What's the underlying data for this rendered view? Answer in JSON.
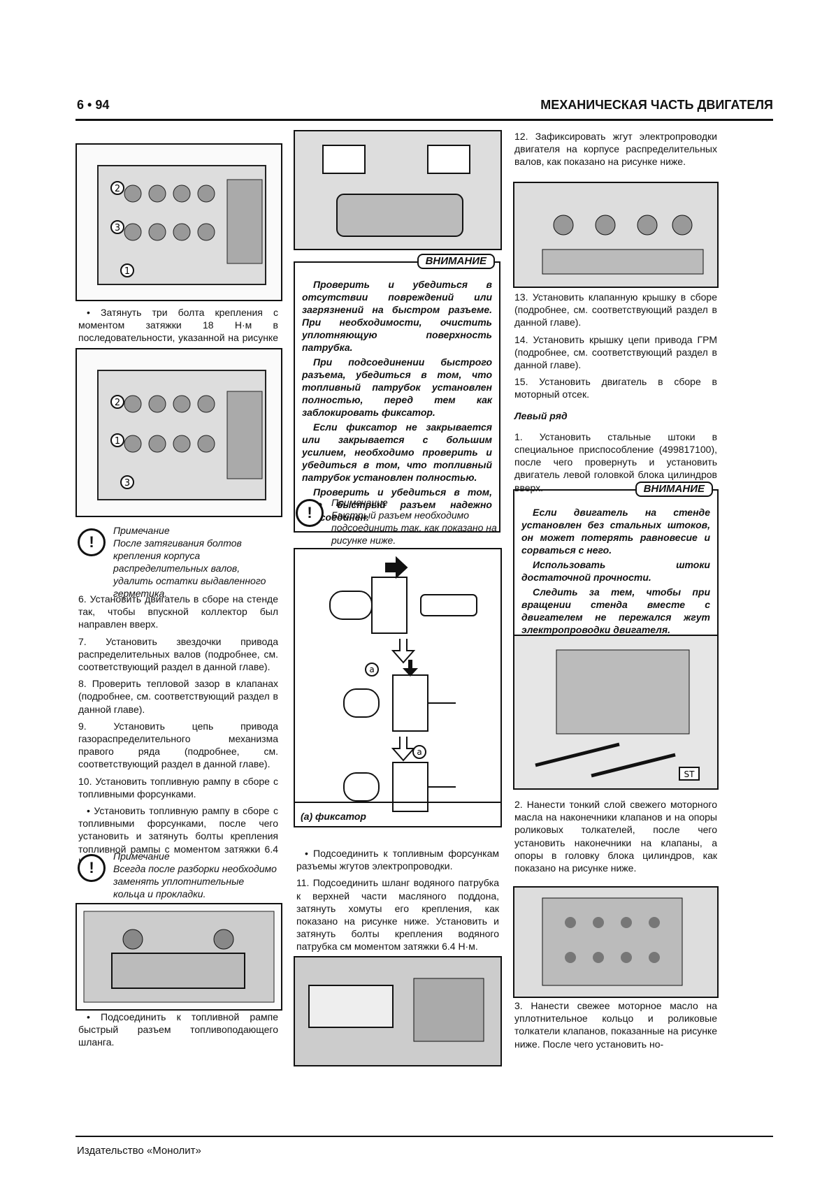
{
  "header": {
    "page_number": "6 • 94",
    "section_title": "МЕХАНИЧЕСКАЯ ЧАСТЬ ДВИГАТЕЛЯ"
  },
  "footer": {
    "publisher": "Издательство «Монолит»"
  },
  "col1": {
    "bullet1": "• Затянуть три болта крепления с моментом затяжки 18 Н·м в последовательности, указанной на рисунке ниже.",
    "note1_title": "Примечание",
    "note1_text": "После затягивания болтов крепления корпуса распределительных валов, удалить остатки выдавленного герметика.",
    "step6": "6. Установить двигатель в сборе на стенде так, чтобы впускной коллектор был направлен вверх.",
    "step7": "7. Установить звездочки привода распределительных валов (подробнее, см. соответствующий раздел в данной главе).",
    "step8": "8. Проверить тепловой зазор в клапанах (подробнее, см. соответствующий раздел в данной главе).",
    "step9": "9. Установить цепь привода газораспределительного механизма правого ряда (подробнее, см. соответствующий раздел в данной главе).",
    "step10": "10. Установить топливную рампу в сборе с топливными форсунками.",
    "bullet2": "• Установить топливную рампу в сборе с топливными форсунками, после чего установить и затянуть болты крепления топливной рампы с моментом затяжки 6.4 Н·м.",
    "note2_title": "Примечание",
    "note2_text": "Всегда после разборки необходимо заменять уплотнительные кольца и прокладки.",
    "bullet3": "• Подсоединить к топливной рампе быстрый разъем топливоподающего шланга.",
    "fig_labels": [
      "1",
      "2",
      "3"
    ]
  },
  "col2": {
    "warn_tag": "ВНИМАНИЕ",
    "warn_p1": "Проверить и убедиться в отсутствии повреждений или загрязнений на быстром разъеме. При необходимости, очистить уплотняющую поверхность патрубка.",
    "warn_p2": "При подсоединении быстрого разъема, убедиться в том, что топливный патрубок установлен полностью, перед тем как заблокировать фиксатор.",
    "warn_p3": "Если фиксатор не закрывается или закрывается с большим усилием, необходимо проверить и убедиться в том, что топливный патрубок установлен полностью.",
    "warn_p4": "Проверить и убедиться в том, что быстрый разъем надежно подсоединен.",
    "note_title": "Примечание",
    "note_text": "Быстрый разъем необходимо подсоединить так, как показано на рисунке ниже.",
    "diagram_label": "a",
    "caption": "(а) фиксатор",
    "bullet": "• Подсоединить к топливным форсункам разъемы жгутов электропроводки.",
    "step11": "11. Подсоединить шланг водяного патрубка к верхней части масляного поддона, затянуть хомуты его крепления, как показано на рисунке ниже. Установить и затянуть болты крепления водяного патрубка см моментом затяжки 6.4 Н·м."
  },
  "col3": {
    "step12": "12. Зафиксировать жгут электропроводки двигателя на корпусе распределительных валов, как показано на рисунке ниже.",
    "step13": "13. Установить клапанную крышку в сборе (подробнее, см. соответствующий раздел в данной главе).",
    "step14": "14. Установить крышку цепи привода ГРМ (подробнее, см. соответствующий раздел в данной главе).",
    "step15": "15. Установить двигатель в сборе в моторный отсек.",
    "subheading": "Левый ряд",
    "stepL1": "1. Установить стальные штоки в специальное приспособление (499817100), после чего провернуть и установить двигатель левой головкой блока цилиндров вверх.",
    "warn_tag": "ВНИМАНИЕ",
    "warn_p1": "Если двигатель на стенде установлен без стальных штоков, он может потерять равновесие и сорваться с него.",
    "warn_p2": "Использовать штоки достаточной прочности.",
    "warn_p3": "Следить за тем, чтобы при вращении стенда вместе с двигателем не пережался жгут электропроводки двигателя.",
    "st_label": "ST",
    "stepL2": "2. Нанести тонкий слой свежего моторного масла на наконечники клапанов и на опоры роликовых толкателей, после чего установить наконечники на клапаны, а опоры в головку блока цилиндров, как показано на рисунке ниже.",
    "stepL3": "3. Нанести свежее моторное масло на уплотнительное кольцо и роликовые толкатели клапанов, показанные на рисунке ниже. После чего установить но-"
  }
}
